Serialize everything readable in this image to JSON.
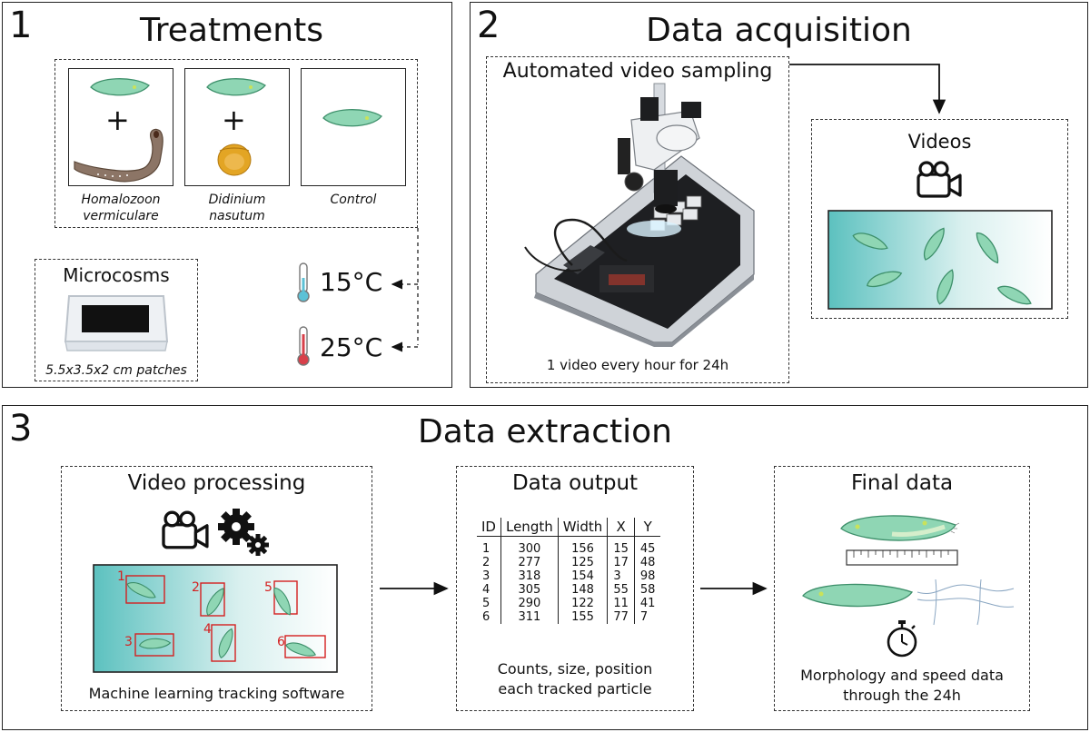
{
  "panel1": {
    "number": "1",
    "title": "Treatments",
    "treatments": [
      {
        "line1": "Homalozoon",
        "line2": "vermiculare"
      },
      {
        "line1": "Didinium",
        "line2": "nasutum"
      },
      {
        "line1": "Control",
        "line2": ""
      }
    ],
    "plus": "+",
    "microcosms_label": "Microcosms",
    "patch_size": "5.5x3.5x2 cm patches",
    "temp_low": "15°C",
    "temp_high": "25°C"
  },
  "panel2": {
    "number": "2",
    "title": "Data acquisition",
    "sampling_label": "Automated  video sampling",
    "sampling_note": "1 video every hour for 24h",
    "videos_label": "Videos"
  },
  "panel3": {
    "number": "3",
    "title": "Data extraction",
    "processing": {
      "label": "Video processing",
      "note": "Machine learning tracking software",
      "boxes": [
        "1",
        "2",
        "3",
        "4",
        "5",
        "6"
      ]
    },
    "output": {
      "label": "Data output",
      "note_line1": "Counts, size, position",
      "note_line2": "each tracked particle",
      "headers": [
        "ID",
        "Length",
        "Width",
        "X",
        "Y"
      ],
      "rows": [
        [
          "1",
          "300",
          "156",
          "15",
          "45"
        ],
        [
          "2",
          "277",
          "125",
          "17",
          "48"
        ],
        [
          "3",
          "318",
          "154",
          "3",
          "98"
        ],
        [
          "4",
          "305",
          "148",
          "55",
          "58"
        ],
        [
          "5",
          "290",
          "122",
          "11",
          "41"
        ],
        [
          "6",
          "311",
          "155",
          "77",
          "7"
        ]
      ]
    },
    "final": {
      "label": "Final data",
      "note_line1": "Morphology and speed data",
      "note_line2": "through the 24h"
    }
  },
  "colors": {
    "cell_fill": "#8fd6b4",
    "video_teal": "#5cc1bf",
    "tracking_red": "#d42020",
    "didinium_orange": "#e3a524",
    "homalozoon_brown": "#8c7566"
  }
}
